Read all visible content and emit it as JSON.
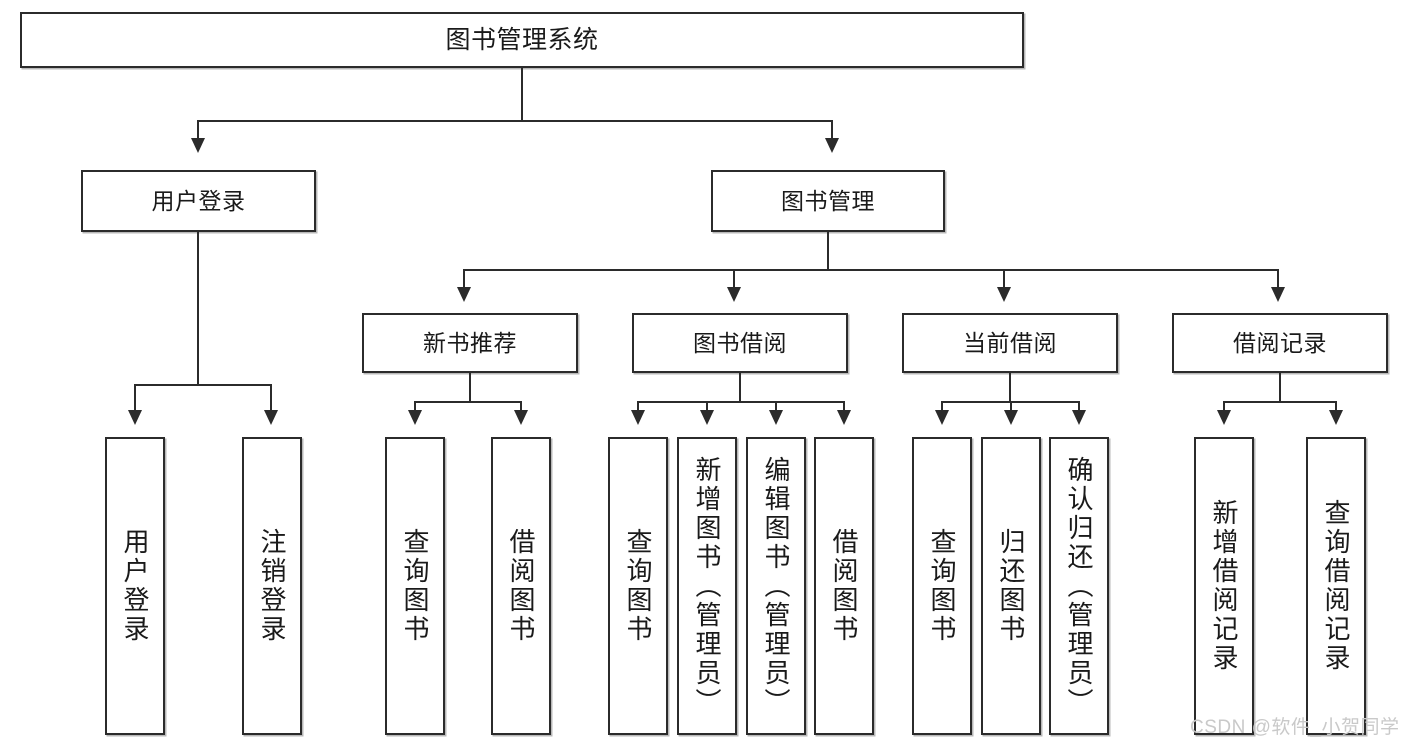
{
  "diagram": {
    "title": "图书管理系统",
    "type": "tree-hierarchy-chart",
    "root": {
      "label": "图书管理系统"
    },
    "level2": [
      {
        "label": "用户登录"
      },
      {
        "label": "图书管理"
      }
    ],
    "level3": [
      {
        "label": "新书推荐"
      },
      {
        "label": "图书借阅"
      },
      {
        "label": "当前借阅"
      },
      {
        "label": "借阅记录"
      }
    ],
    "leaves": [
      {
        "label": "用户登录"
      },
      {
        "label": "注销登录"
      },
      {
        "label": "查询图书"
      },
      {
        "label": "借阅图书"
      },
      {
        "label": "查询图书"
      },
      {
        "label": "新增图书（管理员）"
      },
      {
        "label": "编辑图书（管理员）"
      },
      {
        "label": "借阅图书"
      },
      {
        "label": "查询图书"
      },
      {
        "label": "归还图书"
      },
      {
        "label": "确认归还（管理员）"
      },
      {
        "label": "新增借阅记录"
      },
      {
        "label": "查询借阅记录"
      }
    ]
  },
  "watermark": {
    "text": "CSDN @软件_小贺同学"
  },
  "colors": {
    "stroke": "#2b2b2b",
    "fill": "#ffffff",
    "text": "#1a1a1a",
    "watermark": "#c9c9c9"
  }
}
